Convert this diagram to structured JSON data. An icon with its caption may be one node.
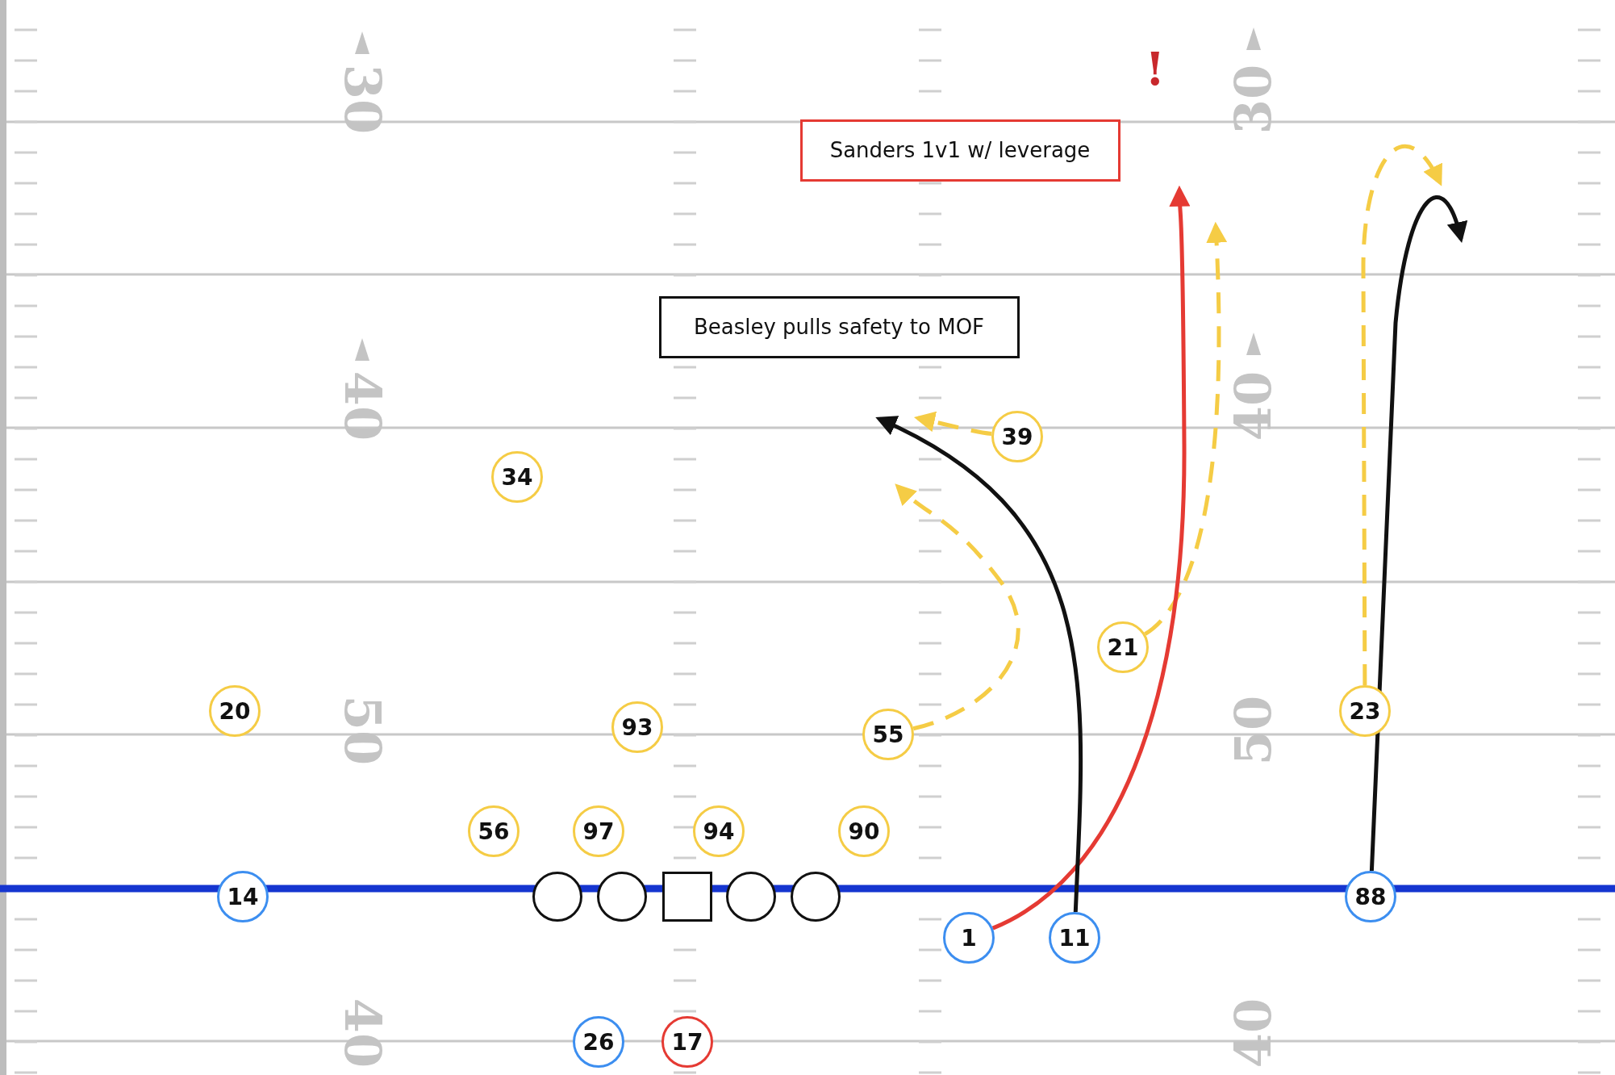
{
  "diagram": {
    "nodes": [
      {
        "text": [
          "Sanders 1v1 w/ leverage"
        ]
      },
      {
        "text": [
          "Beasley pulls safety to MOF"
        ]
      },
      {
        "text": [
          "39"
        ]
      },
      {
        "text": [
          "34"
        ]
      },
      {
        "text": [
          "21"
        ]
      },
      {
        "text": [
          "20"
        ]
      },
      {
        "text": [
          "23"
        ]
      },
      {
        "text": [
          "93"
        ]
      },
      {
        "text": [
          "55"
        ]
      },
      {
        "text": [
          "56"
        ]
      },
      {
        "text": [
          "97"
        ]
      },
      {
        "text": [
          "94"
        ]
      },
      {
        "text": [
          "90"
        ]
      },
      {
        "text": [
          "14"
        ]
      },
      {
        "text": [],
        "shape": "circle"
      },
      {
        "text": [],
        "shape": "circle"
      },
      {
        "text": [],
        "shape": "box"
      },
      {
        "text": [],
        "shape": "circle"
      },
      {
        "text": [],
        "shape": "circle"
      },
      {
        "text": [
          "88"
        ]
      },
      {
        "text": [
          "1"
        ]
      },
      {
        "text": [
          "11"
        ]
      },
      {
        "text": [
          "26"
        ]
      },
      {
        "text": [
          "17"
        ]
      }
    ],
    "edges": [
      {
        "from": 2,
        "to": null,
        "arrow": "to",
        "style": "dashed",
        "color": "#f5cc45"
      },
      {
        "from": 8,
        "to": null,
        "arrow": "to",
        "style": "dashed",
        "color": "#f5cc45"
      },
      {
        "from": 4,
        "to": null,
        "arrow": "to",
        "style": "dashed",
        "color": "#f5cc45"
      },
      {
        "from": 6,
        "to": null,
        "arrow": "to",
        "style": "dashed",
        "color": "#f5cc45"
      },
      {
        "from": 20,
        "to": null,
        "arrow": "to",
        "color": "#e53a33"
      },
      {
        "from": 21,
        "to": null,
        "arrow": "to",
        "color": "#111111"
      },
      {
        "from": 19,
        "to": null,
        "arrow": "to",
        "color": "#111111"
      }
    ],
    "labels": [
      "!",
      "30",
      "30",
      "40",
      "40",
      "50",
      "50",
      "40",
      "40"
    ]
  }
}
